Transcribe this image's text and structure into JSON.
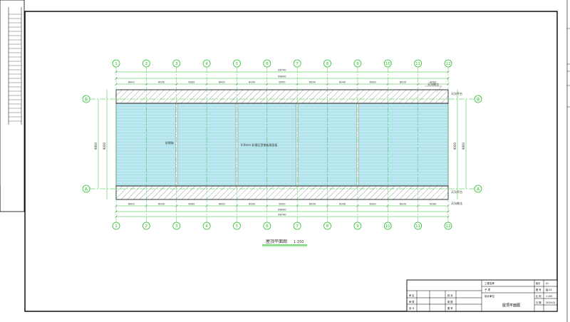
{
  "drawing": {
    "grid_numbers": [
      "1",
      "2",
      "3",
      "4",
      "5",
      "6",
      "7",
      "8",
      "9",
      "10",
      "11",
      "12"
    ],
    "grid_letters": [
      "A",
      "B"
    ],
    "top_dims_row1": [
      "6000",
      "6000",
      "6000",
      "6000",
      "6000",
      "6000",
      "6000",
      "6000",
      "6000",
      "6000",
      "6000"
    ],
    "top_total_inner": "66000",
    "top_total_outer": "66740",
    "bottom_dims_row1": [
      "6000",
      "6000",
      "6000",
      "6000",
      "6000",
      "6000",
      "6000",
      "6000",
      "6000",
      "6000",
      "6000"
    ],
    "bottom_total_inner": "66000",
    "bottom_total_outer": "66740",
    "left_dim_inner": "9000",
    "left_dim_outer": "9800",
    "right_dim_inner": "9000",
    "right_dim_outer": "9800",
    "note_top_right": "天沟做法",
    "note_top_right2": "天沟平台",
    "note_bottom_right": "天沟平台",
    "note_bottom_right2": "天沟做法",
    "note_center": "0.6mm 彩钢压型钢板屋面板",
    "note_left": "彩钢板",
    "plan_title": "屋顶平面图",
    "plan_scale": "1:150"
  },
  "title_block": {
    "project_label": "工程名称",
    "sub_label": "子 项",
    "design_label": "设计单位",
    "drawing_name": "屋顶平面图",
    "row_a": "审 定",
    "row_b": "审 核",
    "row_c": "设 计",
    "row_d": "校 对",
    "row_e": "制 图",
    "num_label": "图 号",
    "num_value": "建-03",
    "scale_label": "比 例",
    "scale_value": "1:150",
    "date_label": "日 期",
    "date_value": "2019.03",
    "version_label": "版次",
    "version_value": "01"
  },
  "colors": {
    "grid": "#2bbf2b",
    "roof": "#bde8ef",
    "roof_line": "#8fd3df",
    "frame": "#000000"
  }
}
